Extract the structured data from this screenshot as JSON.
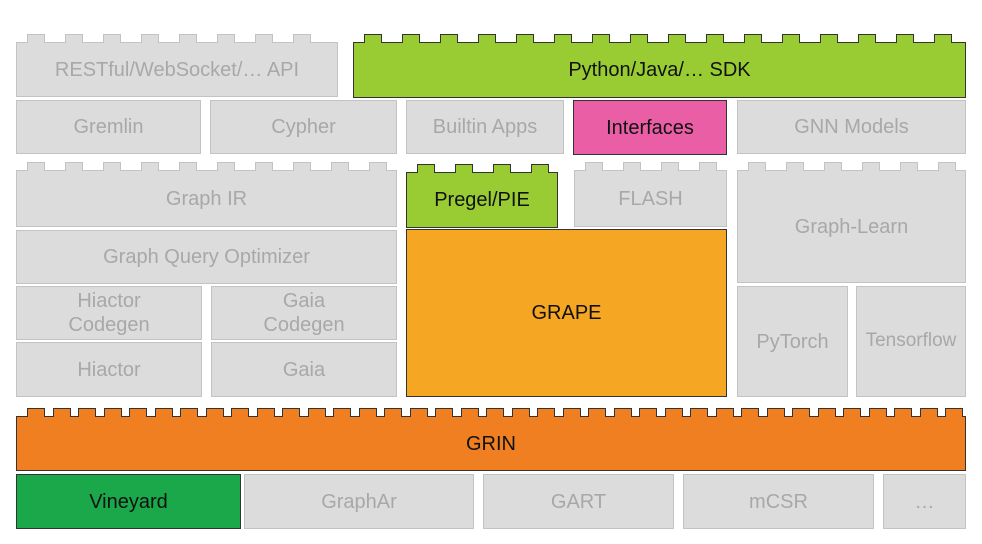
{
  "colors": {
    "gray": "#dcdcdc",
    "gray_text": "#a8a8a8",
    "green_light": "#99cc33",
    "magenta": "#e95ea5",
    "orange_light": "#f5a623",
    "orange": "#f07f22",
    "green_dark": "#1ba84a"
  },
  "top_layer": {
    "restful_api": "RESTful/WebSocket/… API",
    "sdk": "Python/Java/… SDK",
    "gremlin": "Gremlin",
    "cypher": "Cypher",
    "builtin_apps": "Builtin Apps",
    "interfaces": "Interfaces",
    "gnn_models": "GNN Models"
  },
  "interactive_engine": {
    "graph_ir": "Graph IR",
    "optimizer": "Graph Query Optimizer",
    "hiactor_codegen": "Hiactor\nCodegen",
    "gaia_codegen": "Gaia\nCodegen",
    "hiactor": "Hiactor",
    "gaia": "Gaia"
  },
  "analytical_engine": {
    "pregel": "Pregel/PIE",
    "flash": "FLASH",
    "grape": "GRAPE"
  },
  "learning_engine": {
    "graph_learn": "Graph-Learn",
    "pytorch": "PyTorch",
    "tensorflow": "Tensorflow"
  },
  "grin": "GRIN",
  "storage": {
    "vineyard": "Vineyard",
    "graphar": "GraphAr",
    "gart": "GART",
    "mcsr": "mCSR",
    "more": "…"
  }
}
